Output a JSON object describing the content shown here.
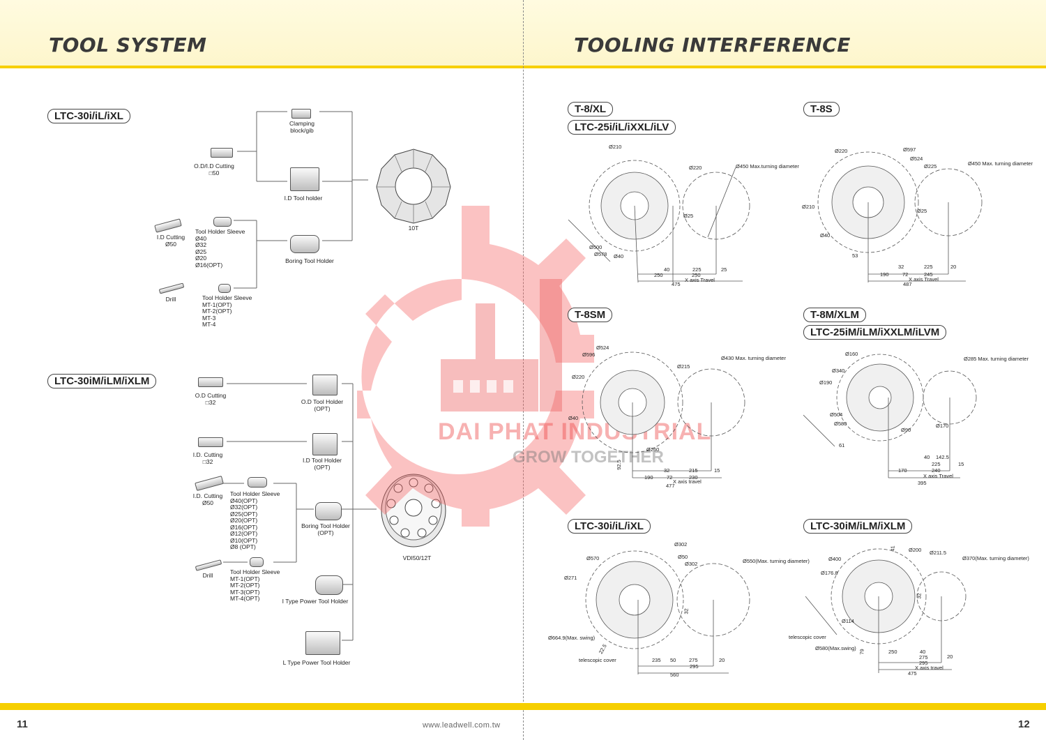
{
  "left": {
    "title": "TOOL SYSTEM",
    "page_number": "11",
    "section1": {
      "model": "LTC-30i/iL/iXL",
      "items": {
        "clamping_block": "Clamping\nblock/gib",
        "od_id_cutting": "O.D/I.D Cutting\n□50",
        "id_tool_holder": "I.D Tool holder",
        "id_cutting": "I.D Cutting\nØ50",
        "tool_holder_sleeve_1": "Tool Holder Sleeve\nØ40\nØ32\nØ25\nØ20\nØ16(OPT)",
        "boring_tool_holder": "Boring Tool Holder",
        "drill": "Drill",
        "tool_holder_sleeve_2": "Tool Holder Sleeve\nMT-1(OPT)\nMT-2(OPT)\nMT-3\nMT-4",
        "turret": "10T"
      }
    },
    "section2": {
      "model": "LTC-30iM/iLM/iXLM",
      "items": {
        "od_cutting": "O.D Cutting\n□32",
        "od_tool_holder": "O.D Tool Holder\n(OPT)",
        "id_cutting_sq": "I.D. Cutting\n□32",
        "id_tool_holder": "I.D Tool Holder\n(OPT)",
        "id_cutting_dia": "I.D. Cutting\nØ50",
        "tool_holder_sleeve_1": "Tool Holder Sleeve\nØ40(OPT)\nØ32(OPT)\nØ25(OPT)\nØ20(OPT)\nØ16(OPT)\nØ12(OPT)\nØ10(OPT)\nØ8 (OPT)",
        "boring_tool_holder": "Boring Tool Holder\n(OPT)",
        "drill": "Drill",
        "tool_holder_sleeve_2": "Tool Holder Sleeve\nMT-1(OPT)\nMT-2(OPT)\nMT-3(OPT)\nMT-4(OPT)",
        "i_type_power": "I Type Power Tool Holder",
        "l_type_power": "L Type Power Tool Holder",
        "turret": "VDI50/12T"
      }
    }
  },
  "right": {
    "title": "TOOLING INTERFERENCE",
    "page_number": "12",
    "url": "www.leadwell.com.tw",
    "diagrams": [
      {
        "models": [
          "T-8/XL",
          "LTC-25i/iL/iXXL/iLV"
        ],
        "labels": [
          "Ø210",
          "Ø220",
          "Ø450 Max.turning diameter",
          "Ø25",
          "Ø500",
          "Ø578",
          "Ø40",
          "40",
          "225",
          "25",
          "250",
          "250",
          "X axis Travel",
          "475"
        ]
      },
      {
        "models": [
          "T-8S"
        ],
        "labels": [
          "Ø220",
          "Ø597",
          "Ø524",
          "Ø225",
          "Ø450 Max. turning diameter",
          "Ø210",
          "Ø25",
          "Ø40",
          "53",
          "32",
          "225",
          "20",
          "190",
          "72",
          "245",
          "X axis Travel",
          "487"
        ]
      },
      {
        "models": [
          "T-8SM"
        ],
        "labels": [
          "Ø524",
          "Ø596",
          "Ø215",
          "Ø430 Max. turning diameter",
          "Ø220",
          "Ø40",
          "Ø260",
          "92.5",
          "32",
          "215",
          "15",
          "190",
          "72",
          "230",
          "X axis travel",
          "477"
        ]
      },
      {
        "models": [
          "T-8M/XLM",
          "LTC-25iM/iLM/iXXLM/iLVM"
        ],
        "labels": [
          "Ø160",
          "Ø340",
          "Ø190",
          "Ø285 Max. turning diameter",
          "Ø504",
          "Ø580",
          "Ø90",
          "Ø170",
          "61",
          "40",
          "142.5",
          "225",
          "15",
          "170",
          "240",
          "X axis Travel",
          "395"
        ]
      },
      {
        "models": [
          "LTC-30i/iL/iXL"
        ],
        "labels": [
          "Ø302",
          "Ø570",
          "Ø50",
          "Ø302",
          "Ø550(Max. turning diameter)",
          "Ø271",
          "32",
          "Ø664.9(Max. swing)",
          "22.5",
          "telescopic cover",
          "235",
          "50",
          "275",
          "20",
          "295",
          "560"
        ]
      },
      {
        "models": [
          "LTC-30iM/iLM/iXLM"
        ],
        "labels": [
          "Ø400",
          "41",
          "Ø200",
          "Ø211.5",
          "Ø370(Max. turning diameter)",
          "Ø176.8",
          "32",
          "Ø114",
          "telescopic cover",
          "Ø580(Max.swing)",
          "79",
          "250",
          "40",
          "275",
          "20",
          "295",
          "X axis travel",
          "475"
        ]
      }
    ]
  },
  "watermark": {
    "name": "DAI PHAT INDUSTRIAL",
    "slogan": "GROW TOGETHER"
  },
  "colors": {
    "accent_yellow": "#f6cf00",
    "header_tint": "#fdf6cc",
    "watermark_red": "#eb4646"
  }
}
